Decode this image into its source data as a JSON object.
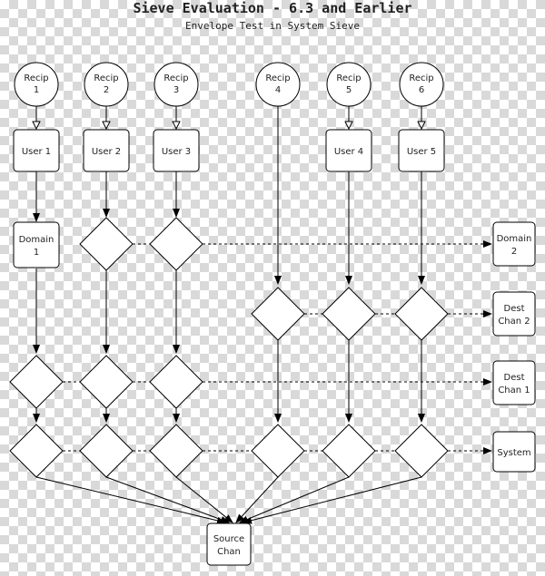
{
  "title": "Sieve Evaluation - 6.3 and Earlier",
  "subtitle": "Envelope Test in System Sieve",
  "recipients": [
    {
      "line1": "Recip",
      "line2": "1"
    },
    {
      "line1": "Recip",
      "line2": "2"
    },
    {
      "line1": "Recip",
      "line2": "3"
    },
    {
      "line1": "Recip",
      "line2": "4"
    },
    {
      "line1": "Recip",
      "line2": "5"
    },
    {
      "line1": "Recip",
      "line2": "6"
    }
  ],
  "users": [
    {
      "label": "User 1"
    },
    {
      "label": "User 2"
    },
    {
      "label": "User 3"
    },
    {
      "label": "User 4"
    },
    {
      "label": "User 5"
    }
  ],
  "domain1": {
    "line1": "Domain",
    "line2": "1"
  },
  "destinations": [
    {
      "line1": "Domain",
      "line2": "2"
    },
    {
      "line1": "Dest",
      "line2": "Chan 2"
    },
    {
      "line1": "Dest",
      "line2": "Chan 1"
    },
    {
      "line1": "System",
      "line2": ""
    }
  ],
  "source": {
    "line1": "Source",
    "line2": "Chan"
  }
}
